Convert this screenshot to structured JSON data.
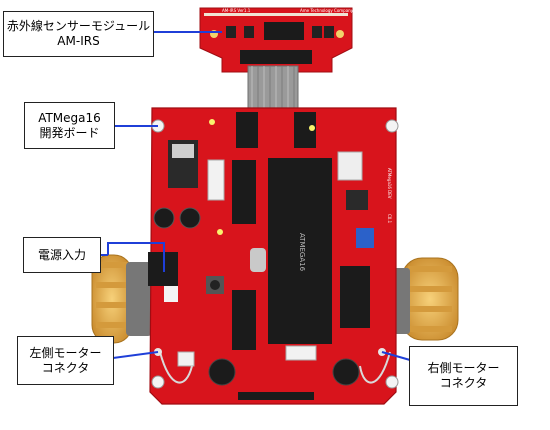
{
  "callouts": {
    "ir_module": {
      "line1": "赤外線センサーモジュール",
      "line2": "AM-IRS"
    },
    "atmega_board": {
      "line1": "ATMega16",
      "line2": "開発ボード"
    },
    "power_input": {
      "line1": "電源入力"
    },
    "left_motor": {
      "line1": "左側モーター",
      "line2": "コネクタ"
    },
    "right_motor": {
      "line1": "右側モーター",
      "line2": "コネクタ"
    }
  },
  "board_print": {
    "mcu_label": "ATMEGA16",
    "sensor_header": "AM-IRS Ver1.1",
    "sensor_header_right": "Ame Technology Company",
    "board_title": "ATMega16 DEV",
    "board_rev": "C0.1"
  },
  "colors": {
    "pcb_red": "#d8141c",
    "callout_line": "#1f3fd8",
    "wheel_yellow": "#e8b44a",
    "chip_black": "#1b1b1b"
  }
}
